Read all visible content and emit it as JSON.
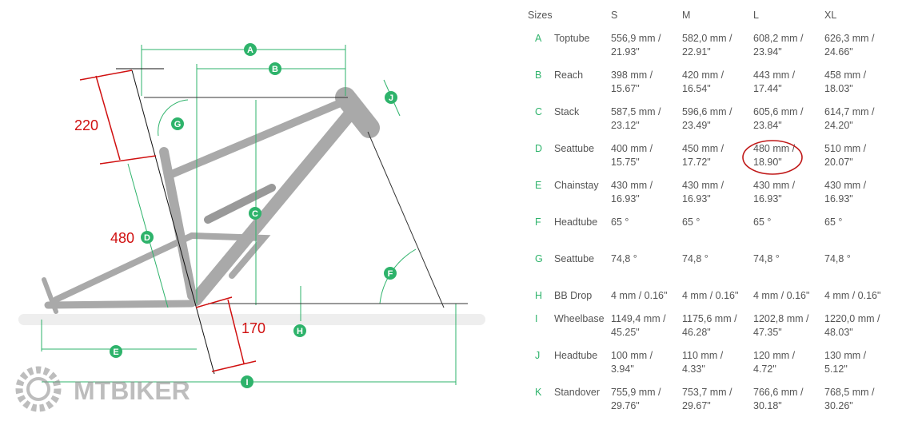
{
  "diagram": {
    "dimension_letters": [
      "A",
      "B",
      "C",
      "D",
      "E",
      "F",
      "G",
      "H",
      "I",
      "J"
    ],
    "annotations": {
      "top": "220",
      "seattube": "480",
      "bottom": "170"
    },
    "logo_text": "MTBIKER",
    "colors": {
      "green": "#2eb36b",
      "red": "#d01010",
      "frame": "#a9a9a9"
    }
  },
  "table": {
    "header": {
      "label": "Sizes",
      "sizes": [
        "S",
        "M",
        "L",
        "XL"
      ]
    },
    "rows": [
      {
        "letter": "A",
        "name": "Toptube",
        "values": [
          [
            "556,9 mm /",
            "21.93\""
          ],
          [
            "582,0 mm /",
            "22.91\""
          ],
          [
            "608,2 mm /",
            "23.94\""
          ],
          [
            "626,3 mm /",
            "24.66\""
          ]
        ]
      },
      {
        "letter": "B",
        "name": "Reach",
        "values": [
          [
            "398 mm /",
            "15.67\""
          ],
          [
            "420 mm /",
            "16.54\""
          ],
          [
            "443 mm /",
            "17.44\""
          ],
          [
            "458 mm /",
            "18.03\""
          ]
        ]
      },
      {
        "letter": "C",
        "name": "Stack",
        "values": [
          [
            "587,5 mm /",
            "23.12\""
          ],
          [
            "596,6 mm /",
            "23.49\""
          ],
          [
            "605,6 mm /",
            "23.84\""
          ],
          [
            "614,7 mm /",
            "24.20\""
          ]
        ]
      },
      {
        "letter": "D",
        "name": "Seattube",
        "values": [
          [
            "400 mm /",
            "15.75\""
          ],
          [
            "450 mm /",
            "17.72\""
          ],
          [
            "480 mm /",
            "18.90\""
          ],
          [
            "510 mm /",
            "20.07\""
          ]
        ]
      },
      {
        "letter": "E",
        "name": "Chainstay",
        "values": [
          [
            "430 mm /",
            "16.93\""
          ],
          [
            "430 mm /",
            "16.93\""
          ],
          [
            "430 mm /",
            "16.93\""
          ],
          [
            "430 mm /",
            "16.93\""
          ]
        ]
      },
      {
        "letter": "F",
        "name": "Headtube",
        "values": [
          [
            "65 °",
            ""
          ],
          [
            "65 °",
            ""
          ],
          [
            "65 °",
            ""
          ],
          [
            "65 °",
            ""
          ]
        ]
      },
      {
        "letter": "G",
        "name": "Seattube",
        "values": [
          [
            "74,8 °",
            ""
          ],
          [
            "74,8 °",
            ""
          ],
          [
            "74,8 °",
            ""
          ],
          [
            "74,8 °",
            ""
          ]
        ]
      },
      {
        "letter": "H",
        "name": "BB Drop",
        "values": [
          [
            "4 mm / 0.16\"",
            ""
          ],
          [
            "4 mm / 0.16\"",
            ""
          ],
          [
            "4 mm / 0.16\"",
            ""
          ],
          [
            "4 mm / 0.16\"",
            ""
          ]
        ]
      },
      {
        "letter": "I",
        "name": "Wheelbase",
        "values": [
          [
            "1149,4 mm /",
            "45.25\""
          ],
          [
            "1175,6 mm /",
            "46.28\""
          ],
          [
            "1202,8 mm /",
            "47.35\""
          ],
          [
            "1220,0 mm /",
            "48.03\""
          ]
        ]
      },
      {
        "letter": "J",
        "name": "Headtube",
        "values": [
          [
            "100 mm /",
            "3.94\""
          ],
          [
            "110 mm /",
            "4.33\""
          ],
          [
            "120 mm /",
            "4.72\""
          ],
          [
            "130 mm /",
            "5.12\""
          ]
        ]
      },
      {
        "letter": "K",
        "name": "Standover",
        "values": [
          [
            "755,9 mm /",
            "29.76\""
          ],
          [
            "753,7 mm /",
            "29.67\""
          ],
          [
            "766,6 mm /",
            "30.18\""
          ],
          [
            "768,5 mm /",
            "30.26\""
          ]
        ]
      }
    ],
    "highlighted": {
      "row": "D",
      "size": "L"
    }
  }
}
